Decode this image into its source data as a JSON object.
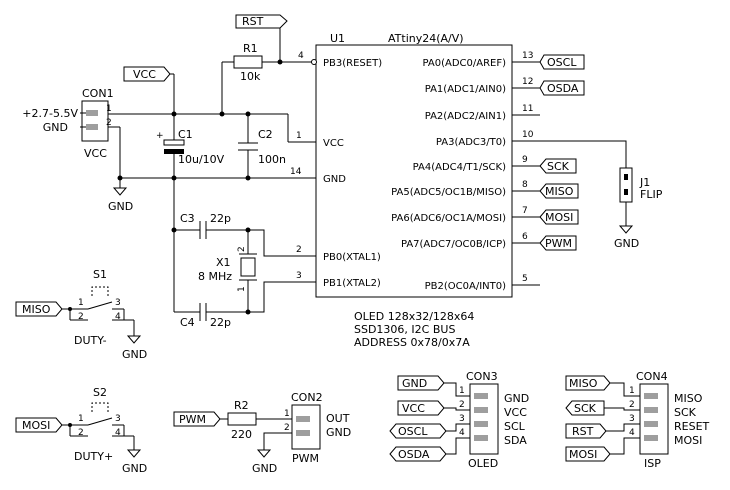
{
  "u1": {
    "ref": "U1",
    "part": "ATtiny24(A/V)",
    "left_pins": [
      {
        "num": "4",
        "name": "PB3(RESET)"
      },
      {
        "num": "1",
        "name": "VCC"
      },
      {
        "num": "14",
        "name": "GND"
      },
      {
        "num": "2",
        "name": "PB0(XTAL1)"
      },
      {
        "num": "3",
        "name": "PB1(XTAL2)"
      }
    ],
    "right_pins": [
      {
        "num": "13",
        "name": "PA0(ADC0/AREF)"
      },
      {
        "num": "12",
        "name": "PA1(ADC1/AIN0)"
      },
      {
        "num": "11",
        "name": "PA2(ADC2/AIN1)"
      },
      {
        "num": "10",
        "name": "PA3(ADC3/T0)"
      },
      {
        "num": "9",
        "name": "PA4(ADC4/T1/SCK)"
      },
      {
        "num": "8",
        "name": "PA5(ADC5/OC1B/MISO)"
      },
      {
        "num": "7",
        "name": "PA6(ADC6/OC1A/MOSI)"
      },
      {
        "num": "6",
        "name": "PA7(ADC7/OC0B/ICP)"
      },
      {
        "num": "5",
        "name": "PB2(OC0A/INT0)"
      }
    ]
  },
  "nets": {
    "rst": "RST",
    "vcc": "VCC",
    "oscl": "OSCL",
    "osda": "OSDA",
    "sck": "SCK",
    "miso": "MISO",
    "mosi": "MOSI",
    "pwm": "PWM",
    "gnd": "GND"
  },
  "r1": {
    "ref": "R1",
    "value": "10k"
  },
  "r2": {
    "ref": "R2",
    "value": "220"
  },
  "c1": {
    "ref": "C1",
    "value": "10u/10V"
  },
  "c2": {
    "ref": "C2",
    "value": "100n"
  },
  "c3": {
    "ref": "C3",
    "value": "22p"
  },
  "c4": {
    "ref": "C4",
    "value": "22p"
  },
  "x1": {
    "ref": "X1",
    "value": "8 MHz",
    "pin1": "1",
    "pin2": "2"
  },
  "con1": {
    "ref": "CON1",
    "supply": "+2.7-5.5V",
    "gnd": "GND",
    "name": "VCC",
    "pin1": "1",
    "pin2": "2"
  },
  "con2": {
    "ref": "CON2",
    "name": "PWM",
    "pins": [
      {
        "num": "1",
        "label": "OUT"
      },
      {
        "num": "2",
        "label": "GND"
      }
    ]
  },
  "con3": {
    "ref": "CON3",
    "name": "OLED",
    "pins": [
      {
        "num": "1",
        "label": "GND"
      },
      {
        "num": "2",
        "label": "VCC"
      },
      {
        "num": "3",
        "label": "SCL"
      },
      {
        "num": "4",
        "label": "SDA"
      }
    ]
  },
  "con4": {
    "ref": "CON4",
    "name": "ISP",
    "pins": [
      {
        "num": "1",
        "label": "MISO"
      },
      {
        "num": "2",
        "label": "SCK"
      },
      {
        "num": "3",
        "label": "RESET"
      },
      {
        "num": "4",
        "label": "MOSI"
      }
    ]
  },
  "j1": {
    "ref": "J1",
    "name": "FLIP"
  },
  "s1": {
    "ref": "S1",
    "name": "DUTY-",
    "pin1": "1",
    "pin2": "2",
    "pin3": "3",
    "pin4": "4"
  },
  "s2": {
    "ref": "S2",
    "name": "DUTY+",
    "pin1": "1",
    "pin2": "2",
    "pin3": "3",
    "pin4": "4"
  },
  "notes": [
    "OLED 128x32/128x64",
    "SSD1306, I2C BUS",
    "ADDRESS 0x78/0x7A"
  ]
}
